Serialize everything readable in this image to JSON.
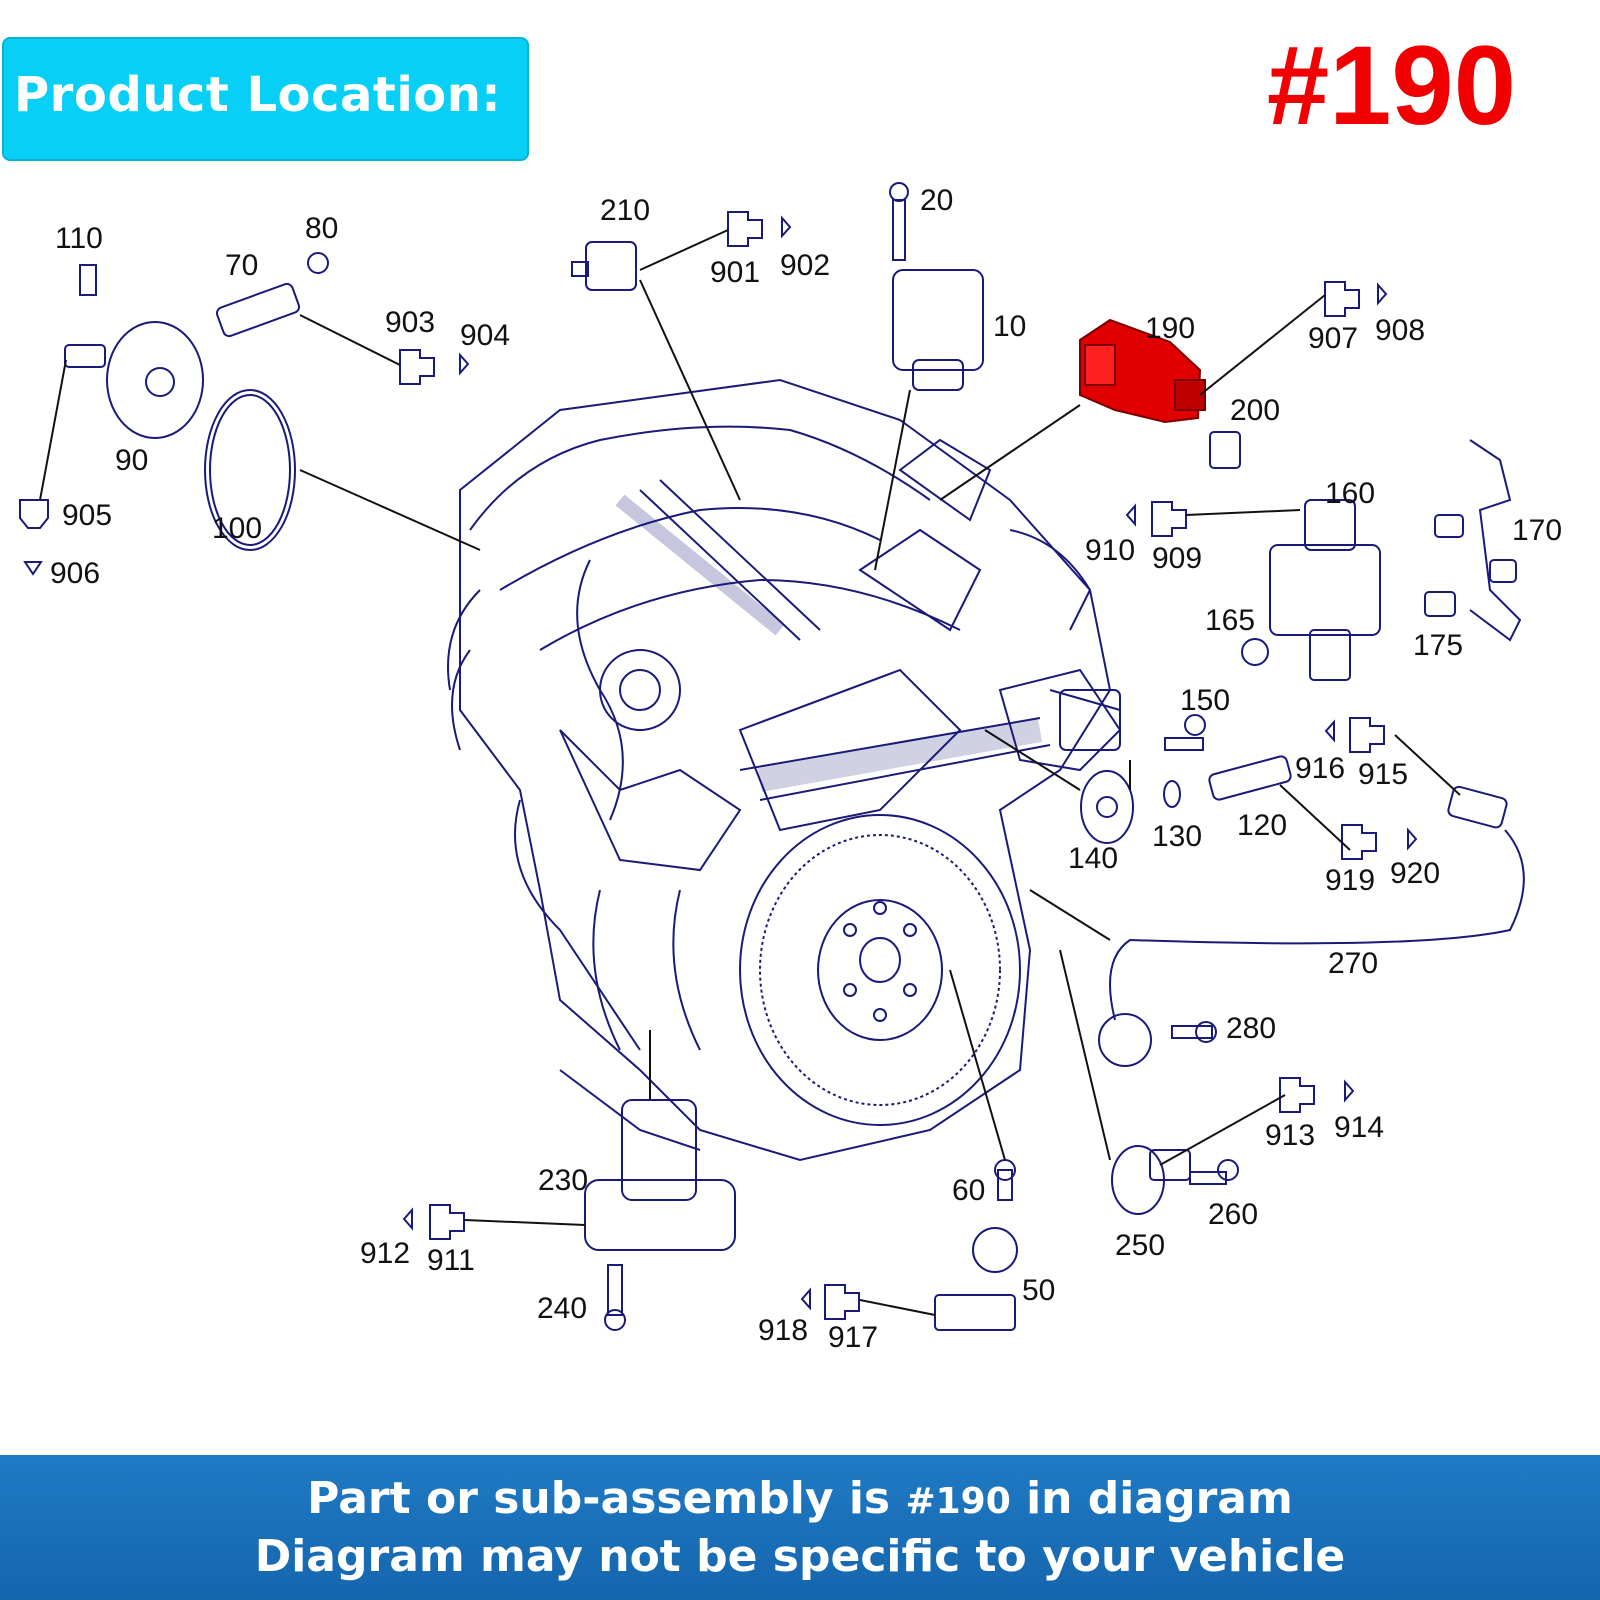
{
  "header": {
    "badge_label": "Product Location:",
    "part_number": "#190"
  },
  "footer": {
    "line1_prefix": "Part or sub-assembly is",
    "line1_number": "#190",
    "line1_suffix": "in diagram",
    "line2": "Diagram may not be specific to your vehicle"
  },
  "diagram": {
    "highlight_part": "190",
    "highlight_color": "#e00000",
    "line_color": "#1a1a7a",
    "callouts": [
      "110",
      "80",
      "70",
      "903",
      "904",
      "90",
      "905",
      "906",
      "100",
      "210",
      "901",
      "902",
      "20",
      "10",
      "190",
      "907",
      "908",
      "200",
      "160",
      "170",
      "910",
      "909",
      "165",
      "175",
      "150",
      "916",
      "915",
      "140",
      "130",
      "120",
      "919",
      "920",
      "270",
      "280",
      "913",
      "914",
      "230",
      "60",
      "250",
      "260",
      "912",
      "911",
      "240",
      "50",
      "918",
      "917"
    ]
  }
}
